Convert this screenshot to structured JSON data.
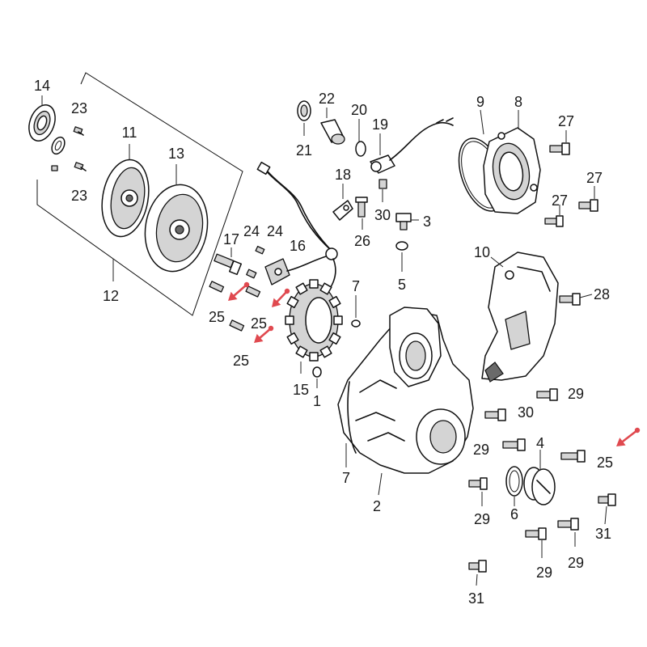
{
  "diagram": {
    "accent_color": "#e0494f",
    "labels": [
      {
        "id": "14",
        "text": "14"
      },
      {
        "id": "23a",
        "text": "23"
      },
      {
        "id": "23b",
        "text": "23"
      },
      {
        "id": "11",
        "text": "11"
      },
      {
        "id": "13",
        "text": "13"
      },
      {
        "id": "12",
        "text": "12"
      },
      {
        "id": "17",
        "text": "17"
      },
      {
        "id": "24a",
        "text": "24"
      },
      {
        "id": "24b",
        "text": "24"
      },
      {
        "id": "16",
        "text": "16"
      },
      {
        "id": "25a",
        "text": "25"
      },
      {
        "id": "25b",
        "text": "25"
      },
      {
        "id": "25c",
        "text": "25"
      },
      {
        "id": "15",
        "text": "15"
      },
      {
        "id": "1",
        "text": "1"
      },
      {
        "id": "7a",
        "text": "7"
      },
      {
        "id": "7b",
        "text": "7"
      },
      {
        "id": "22",
        "text": "22"
      },
      {
        "id": "21",
        "text": "21"
      },
      {
        "id": "20",
        "text": "20"
      },
      {
        "id": "19",
        "text": "19"
      },
      {
        "id": "18",
        "text": "18"
      },
      {
        "id": "30a",
        "text": "30"
      },
      {
        "id": "26",
        "text": "26"
      },
      {
        "id": "3",
        "text": "3"
      },
      {
        "id": "5",
        "text": "5"
      },
      {
        "id": "9",
        "text": "9"
      },
      {
        "id": "8",
        "text": "8"
      },
      {
        "id": "27a",
        "text": "27"
      },
      {
        "id": "27b",
        "text": "27"
      },
      {
        "id": "27c",
        "text": "27"
      },
      {
        "id": "10",
        "text": "10"
      },
      {
        "id": "28",
        "text": "28"
      },
      {
        "id": "29a",
        "text": "29"
      },
      {
        "id": "30b",
        "text": "30"
      },
      {
        "id": "29b",
        "text": "29"
      },
      {
        "id": "4",
        "text": "4"
      },
      {
        "id": "25d",
        "text": "25"
      },
      {
        "id": "2",
        "text": "2"
      },
      {
        "id": "29c",
        "text": "29"
      },
      {
        "id": "6",
        "text": "6"
      },
      {
        "id": "31a",
        "text": "31"
      },
      {
        "id": "29d",
        "text": "29"
      },
      {
        "id": "29e",
        "text": "29"
      },
      {
        "id": "31b",
        "text": "31"
      }
    ]
  }
}
